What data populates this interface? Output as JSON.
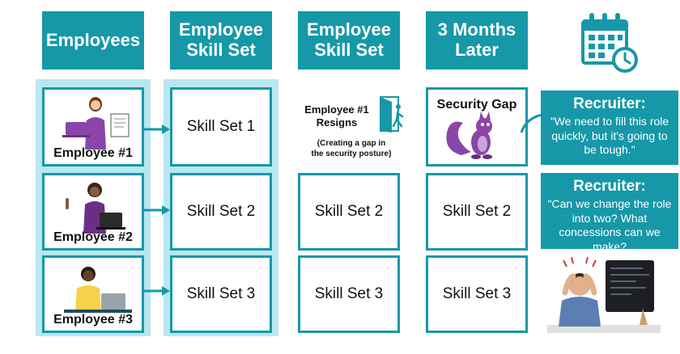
{
  "columns": {
    "employees": "Employees",
    "skill_set_1": "Employee\nSkill Set",
    "skill_set_2": "Employee\nSkill Set",
    "later": "3 Months\nLater"
  },
  "employees": [
    {
      "label": "Employee #1"
    },
    {
      "label": "Employee #2"
    },
    {
      "label": "Employee #3"
    }
  ],
  "skill_sets_col1": [
    "Skill Set 1",
    "Skill Set 2",
    "Skill Set 3"
  ],
  "resign": {
    "title": "Employee #1\nResigns",
    "subtitle": "(Creating a gap in\nthe security posture)"
  },
  "skill_sets_col2": [
    "Skill Set 2",
    "Skill Set 3"
  ],
  "security_gap": "Security Gap",
  "skill_sets_col3": [
    "Skill Set 2",
    "Skill Set 3"
  ],
  "recruiter_1": {
    "title": "Recruiter:",
    "quote": "\"We need to fill this role quickly, but it's going to be tough.\""
  },
  "recruiter_2": {
    "title": "Recruiter:",
    "quote": "\"Can we change the role into two? What concessions can we make?"
  },
  "icons": [
    "calendar-clock-icon",
    "door-exit-icon",
    "squirrel-icon",
    "stressed-person-icon"
  ],
  "colors": {
    "teal": "#1698a8",
    "light_teal": "#b7e7ef",
    "purple": "#8b45a8"
  }
}
